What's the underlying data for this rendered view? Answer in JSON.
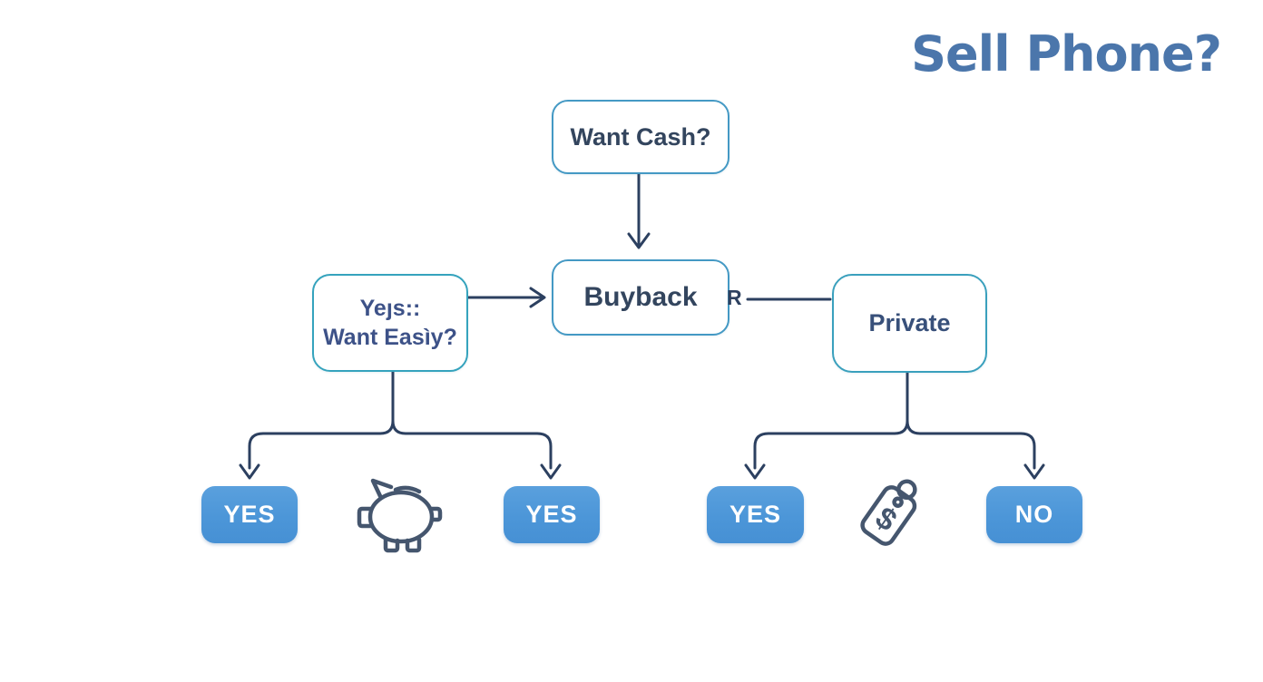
{
  "title": "Sell Phone?",
  "nodes": {
    "want_cash": {
      "label": "Want Cash?"
    },
    "buyback": {
      "label": "Buyback"
    },
    "buyback_side_label": "R",
    "want_easy": {
      "line1": "Yeȷs::",
      "line2": "Want Easìy?"
    },
    "private": {
      "label": "Private"
    }
  },
  "outcomes": {
    "buyback_left": "YES",
    "buyback_right": "YES",
    "private_left": "YES",
    "private_right": "NO"
  },
  "icons": {
    "piggy_bank": "piggy-bank-icon",
    "price_tag": "price-tag-icon",
    "price_tag_symbol": "$"
  },
  "colors": {
    "title_text": "#4b76ab",
    "node_border": "#4499c4",
    "node_border_teal": "#35a3bd",
    "node_text": "#33455e",
    "want_easy_text": "#3d5288",
    "connector": "#2c4060",
    "button_fill": "#4c96d8",
    "button_text": "#ffffff",
    "icon_stroke": "#45566e"
  }
}
